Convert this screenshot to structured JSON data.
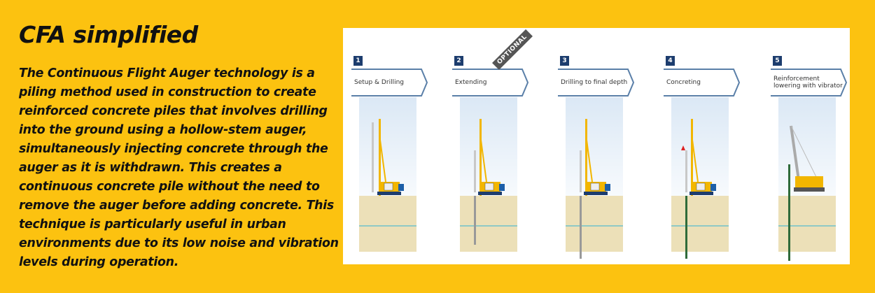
{
  "title": "CFA simplified",
  "description": "The Continuous Flight Auger technology is a piling method used in construction to create reinforced concrete piles that involves drilling into the ground using a hollow-stem auger, simultaneously injecting concrete through the auger as it is withdrawn. This creates a continuous concrete pile without the need to remove the auger before adding concrete. This technique is particularly useful in urban environments due to its low noise and vibration levels during operation.",
  "diagram": {
    "optional_tag": "OPTIONAL",
    "steps": [
      {
        "number": "1",
        "label": "Setup & Drilling"
      },
      {
        "number": "2",
        "label": "Extending"
      },
      {
        "number": "3",
        "label": "Drilling to final depth"
      },
      {
        "number": "4",
        "label": "Concreting"
      },
      {
        "number": "5",
        "label": "Reinforcement lowering with vibrator"
      }
    ]
  },
  "colors": {
    "background": "#FCC210",
    "badge": "#1d3d6e",
    "rig": "#f2b600",
    "ground": "#ece0b8"
  }
}
